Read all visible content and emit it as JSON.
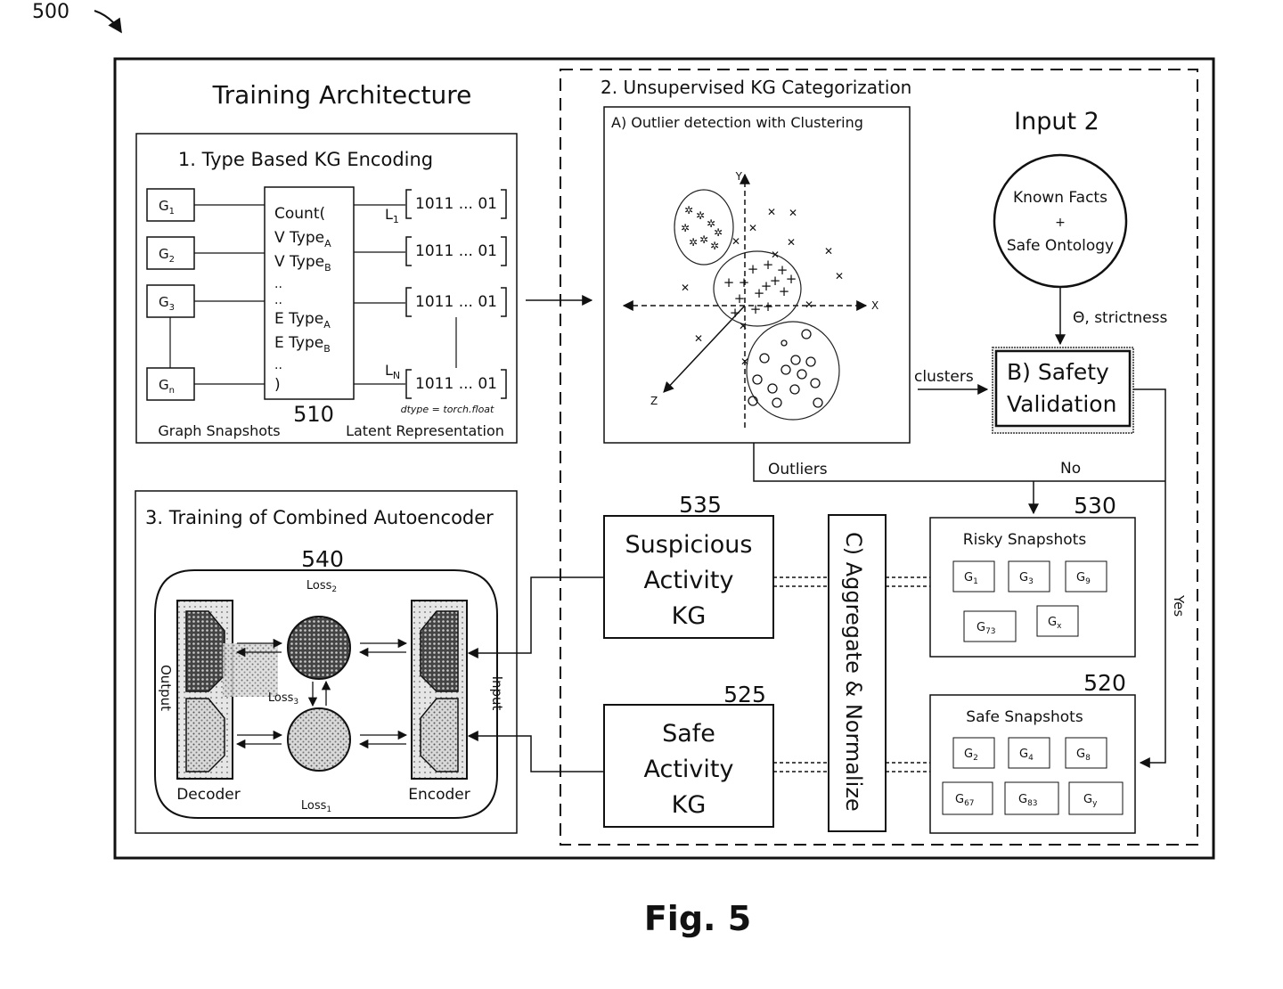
{
  "figure": {
    "ref": "500",
    "caption": "Fig. 5",
    "title": "Training Architecture"
  },
  "encoding": {
    "title": "1. Type Based KG Encoding",
    "graphs": [
      {
        "base": "G",
        "sub": "1"
      },
      {
        "base": "G",
        "sub": "2"
      },
      {
        "base": "G",
        "sub": "3"
      },
      {
        "base": "G",
        "sub": "n"
      }
    ],
    "count_lines": [
      {
        "text": "Count(",
        "sub": ""
      },
      {
        "text": "V Type",
        "sub": "A"
      },
      {
        "text": "V Type",
        "sub": "B"
      },
      {
        "text": "..",
        "sub": ""
      },
      {
        "text": "..",
        "sub": ""
      },
      {
        "text": "E Type",
        "sub": "A"
      },
      {
        "text": "E Type",
        "sub": "B"
      },
      {
        "text": "..",
        "sub": ""
      },
      {
        "text": ")",
        "sub": ""
      }
    ],
    "vector_text": "1011 ... 01",
    "l_first": {
      "base": "L",
      "sub": "1"
    },
    "l_last": {
      "base": "L",
      "sub": "N"
    },
    "ref": "510",
    "dtype": "dtype = torch.float",
    "left_caption": "Graph Snapshots",
    "right_caption": "Latent Representation"
  },
  "categorization": {
    "title": "2. Unsupervised KG Categorization",
    "outlier_title": "A) Outlier detection with Clustering",
    "axes": {
      "x": "X",
      "y": "Y",
      "z": "Z"
    },
    "input_title": "Input 2",
    "known_facts": "Known Facts",
    "plus": "+",
    "safe_ontology": "Safe Ontology",
    "theta_label": "Θ, strictness",
    "clusters_label": "clusters",
    "safety_line1": "B) Safety",
    "safety_line2": "Validation",
    "outliers_label": "Outliers",
    "no_label": "No",
    "yes_label": "Yes",
    "aggregate_label": "C) Aggregate & Normalize"
  },
  "risky": {
    "ref": "530",
    "title": "Risky Snapshots",
    "items": [
      {
        "base": "G",
        "sub": "1"
      },
      {
        "base": "G",
        "sub": "3"
      },
      {
        "base": "G",
        "sub": "9"
      },
      {
        "base": "G",
        "sub": "73"
      },
      {
        "base": "G",
        "sub": "x"
      }
    ]
  },
  "safe": {
    "ref": "520",
    "title": "Safe Snapshots",
    "items": [
      {
        "base": "G",
        "sub": "2"
      },
      {
        "base": "G",
        "sub": "4"
      },
      {
        "base": "G",
        "sub": "8"
      },
      {
        "base": "G",
        "sub": "67"
      },
      {
        "base": "G",
        "sub": "83"
      },
      {
        "base": "G",
        "sub": "y"
      }
    ]
  },
  "suspicious_kg": {
    "ref": "535",
    "lines": [
      "Suspicious",
      "Activity",
      "KG"
    ]
  },
  "safe_kg": {
    "ref": "525",
    "lines": [
      "Safe",
      "Activity",
      "KG"
    ]
  },
  "autoencoder": {
    "title": "3. Training of Combined Autoencoder",
    "ref": "540",
    "loss_top": {
      "base": "Loss",
      "sub": "2"
    },
    "loss_mid": {
      "base": "Loss",
      "sub": "3"
    },
    "loss_bottom": {
      "base": "Loss",
      "sub": "1"
    },
    "output_label": "Output",
    "input_label": "Input",
    "decoder_label": "Decoder",
    "encoder_label": "Encoder"
  }
}
